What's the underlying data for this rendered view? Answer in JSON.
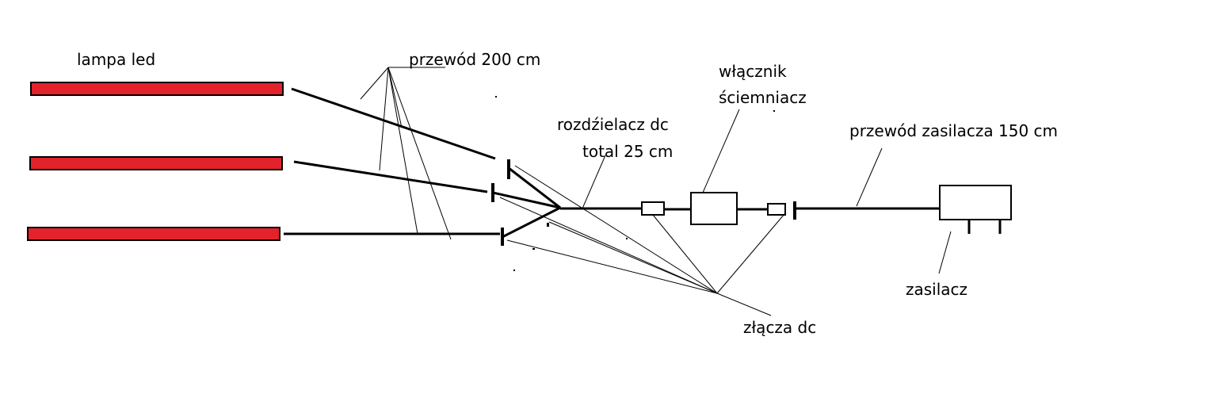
{
  "labels": {
    "lamp": "lampa led",
    "cable_200": "przewód 200 cm",
    "splitter": "rozdźielacz dc",
    "splitter_total": "total 25 cm",
    "switch_line1": "włącznik",
    "switch_line2": "ściemniacz",
    "psu_cable": "przewód zasilacza 150 cm",
    "psu": "zasilacz",
    "connectors": "złącza dc"
  },
  "colors": {
    "lamp_fill": "#e3232b",
    "line": "#000000"
  }
}
